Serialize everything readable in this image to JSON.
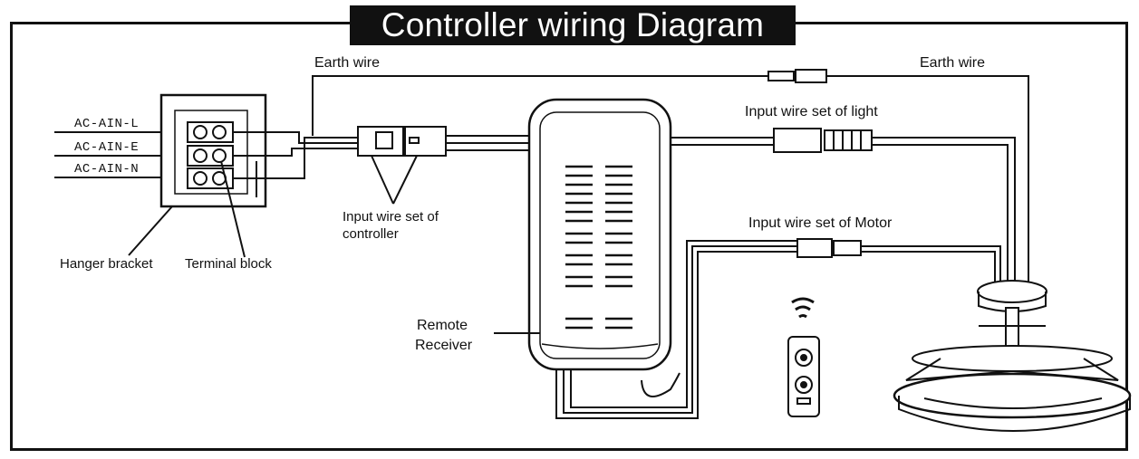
{
  "title": "Controller wiring Diagram",
  "labels": {
    "earth_wire_left": "Earth wire",
    "earth_wire_right": "Earth wire",
    "ac_l": "AC-AIN-L",
    "ac_e": "AC-AIN-E",
    "ac_n": "AC-AIN-N",
    "hanger_bracket": "Hanger bracket",
    "terminal_block": "Terminal block",
    "input_controller_line1": "Input wire set of",
    "input_controller_line2": "controller",
    "input_light": "Input wire set of light",
    "input_motor": "Input wire set of Motor",
    "remote_receiver_line1": "Remote",
    "remote_receiver_line2": "Receiver"
  },
  "icons": [
    "wifi-signal-icon",
    "remote-control-icon",
    "ceiling-fan-icon"
  ]
}
